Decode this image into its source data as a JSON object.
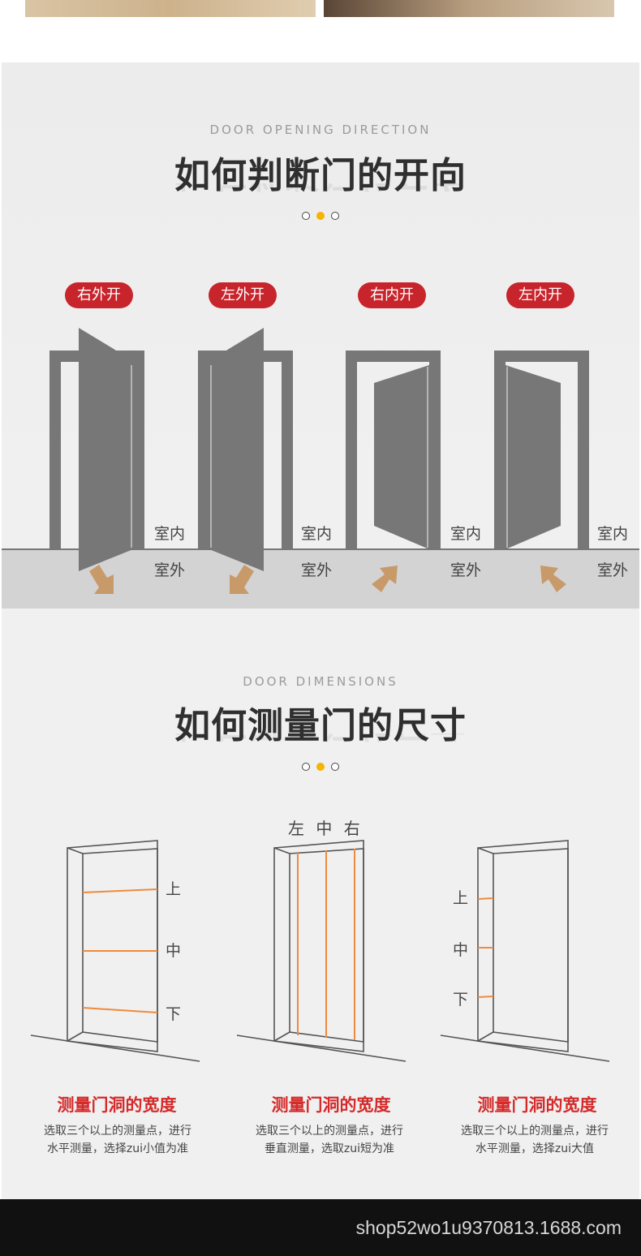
{
  "opening": {
    "subtitle": "DOOR OPENING DIRECTION",
    "title": "如何判断门的开向",
    "types": [
      {
        "label": "右外开",
        "inside": "室内",
        "outside": "室外"
      },
      {
        "label": "左外开",
        "inside": "室内",
        "outside": "室外"
      },
      {
        "label": "右内开",
        "inside": "室内",
        "outside": "室外"
      },
      {
        "label": "左内开",
        "inside": "室内",
        "outside": "室外"
      }
    ]
  },
  "dimensions": {
    "subtitle": "DOOR DIMENSIONS",
    "title": "如何测量门的尺寸",
    "top_labels": "左 中 右",
    "items": [
      {
        "marks": [
          "上",
          "中",
          "下"
        ],
        "title": "测量门洞的宽度",
        "desc": [
          "选取三个以上的测量点，进行",
          "水平测量，选择zui小值为准"
        ]
      },
      {
        "marks": [],
        "title": "测量门洞的宽度",
        "desc": [
          "选取三个以上的测量点，进行",
          "垂直测量，选取zui短为准"
        ]
      },
      {
        "marks": [
          "上",
          "中",
          "下"
        ],
        "title": "测量门洞的宽度",
        "desc": [
          "选取三个以上的测量点，进行",
          "水平测量，选择zui大值"
        ]
      }
    ]
  },
  "footer": {
    "shop_url": "shop52wo1u9370813.1688.com"
  },
  "colors": {
    "accent_red": "#c8242b",
    "dot_yellow": "#f5b400",
    "door_gray": "#777777",
    "arrow_tan": "#c89a6a",
    "measure_orange": "#f08a3c"
  }
}
